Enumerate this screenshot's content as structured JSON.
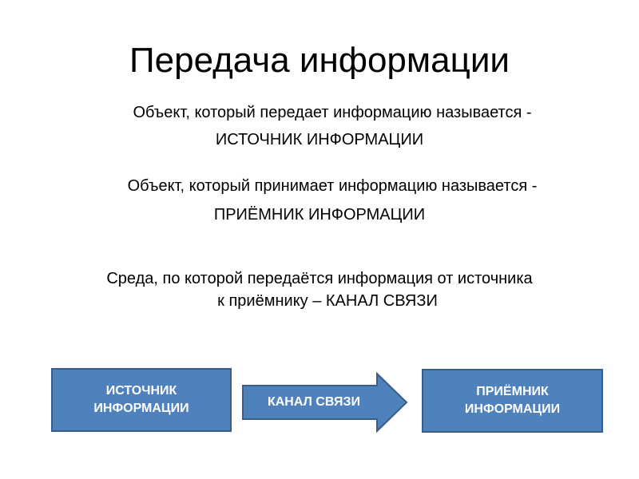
{
  "slide": {
    "title": "Передача информации",
    "source_def_line1": "Объект, который передает информацию называется  -",
    "source_def_line2": "ИСТОЧНИК ИНФОРМАЦИИ",
    "receiver_def_line1": "Объект, который принимает информацию называется  -",
    "receiver_def_line2": "ПРИЁМНИК ИНФОРМАЦИИ",
    "channel_def_line1": "Среда, по которой передаётся информация от источника",
    "channel_def_line2": "к приёмнику – КАНАЛ СВЯЗИ"
  },
  "diagram": {
    "source_box": {
      "line1": "ИСТОЧНИК",
      "line2": "ИНФОРМАЦИИ"
    },
    "channel_arrow": {
      "label": "КАНАЛ СВЯЗИ"
    },
    "receiver_box": {
      "line1": "ПРИЁМНИК",
      "line2": "ИНФОРМАЦИИ"
    }
  },
  "colors": {
    "box_fill": "#4f81bd",
    "box_border": "#385d8a",
    "box_text": "#ffffff"
  }
}
